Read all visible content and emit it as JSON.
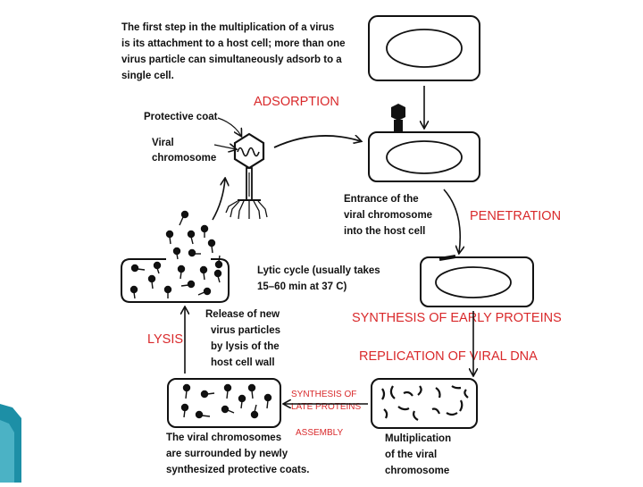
{
  "intro_text": [
    "The first step in the multiplication of a virus",
    "is its attachment to a host cell; more than one",
    "virus particle can simultaneously adsorb to a",
    "single cell."
  ],
  "stages": {
    "adsorption": "ADSORPTION",
    "penetration": "PENETRATION",
    "early_proteins": "SYNTHESIS OF EARLY PROTEINS",
    "replication": "REPLICATION OF VIRAL DNA",
    "late_proteins": [
      "SYNTHESIS OF",
      "LATE PROTEINS"
    ],
    "assembly": "ASSEMBLY",
    "lysis": "LYSIS"
  },
  "labels": {
    "protective_coat": "Protective coat",
    "viral_chromosome": [
      "Viral",
      "chromosome"
    ],
    "entrance": [
      "Entrance of the",
      "viral chromosome",
      "into the host cell"
    ],
    "lytic_cycle": [
      "Lytic cycle (usually takes",
      "15–60 min  at 37  C)"
    ],
    "release": [
      "Release of new",
      "virus particles",
      "by lysis of the",
      "host cell wall"
    ],
    "multiplication": [
      "Multiplication",
      "of the viral",
      "chromosome"
    ],
    "surrounded": [
      "The viral chromosomes",
      "are surrounded by newly",
      "synthesized protective coats."
    ]
  },
  "colors": {
    "stage_label": "#d9292b",
    "ink": "#111111",
    "accent_teal": "#1d8fa6"
  }
}
